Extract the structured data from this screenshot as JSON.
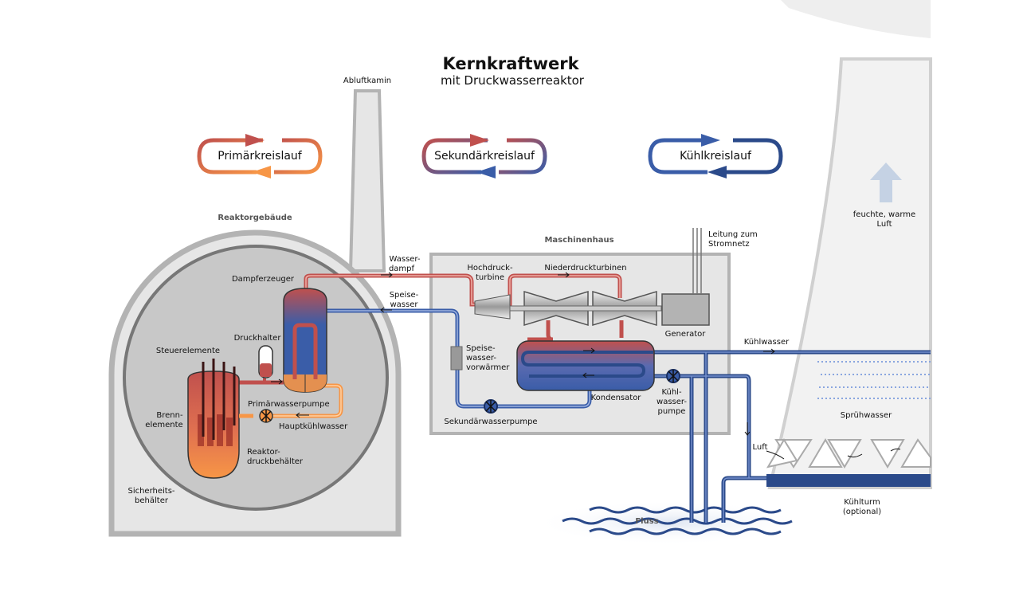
{
  "title": "Kernkraftwerk",
  "subtitle": "mit Druckwasserreaktor",
  "legend": {
    "primary": "Primärkreislauf",
    "secondary": "Sekundärkreislauf",
    "cooling": "Kühlkreislauf"
  },
  "labels": {
    "exhaust_stack": "Abluftkamin",
    "reactor_building": "Reaktorgebäude",
    "machine_house": "Maschinenhaus",
    "steam_generator": "Dampferzeuger",
    "steam_1": "Wasser-",
    "steam_2": "dampf",
    "feedwater_1": "Speise-",
    "feedwater_2": "wasser",
    "hp_turbine_1": "Hochdruck-",
    "hp_turbine_2": "turbine",
    "lp_turbines": "Niederdruckturbinen",
    "grid_1": "Leitung zum",
    "grid_2": "Stromnetz",
    "generator": "Generator",
    "pressurizer": "Druckhalter",
    "control_rods": "Steuerelemente",
    "fuel_1": "Brenn-",
    "fuel_2": "elemente",
    "primary_pump": "Primärwasserpumpe",
    "main_coolant": "Hauptkühlwasser",
    "rpv_1": "Reaktor-",
    "rpv_2": "druckbehälter",
    "containment_1": "Sicherheits-",
    "containment_2": "behälter",
    "preheater_1": "Speise-",
    "preheater_2": "wasser-",
    "preheater_3": "vorwärmer",
    "secondary_pump": "Sekundärwasserpumpe",
    "condenser": "Kondensator",
    "cw_pump_1": "Kühl-",
    "cw_pump_2": "wasser-",
    "cw_pump_3": "pumpe",
    "cooling_water": "Kühlwasser",
    "river": "Fluss",
    "air": "Luft",
    "humid_air_1": "feuchte, warme",
    "humid_air_2": "Luft",
    "spray_water": "Sprühwasser",
    "cooling_tower_1": "Kühlturm",
    "cooling_tower_2": "(optional)"
  },
  "colors": {
    "primary_hot": "#c0504d",
    "primary_warm": "#f79646",
    "secondary_blue": "#3a5da8",
    "cooling_dark": "#2b4a8a",
    "building_gray": "#b3b3b3",
    "building_fill": "#e6e6e6",
    "containment_fill": "#c8c8c8"
  }
}
